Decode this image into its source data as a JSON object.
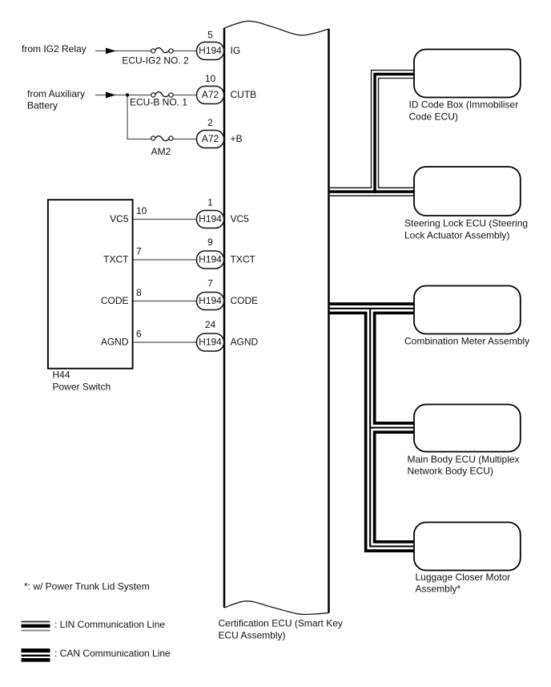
{
  "diagram": {
    "type": "wiring-diagram",
    "colors": {
      "line": "#000000",
      "wire": "#555555",
      "text": "#111111",
      "background": "#ffffff"
    }
  },
  "power_inputs": [
    {
      "source": "from IG2 Relay",
      "fuse": "ECU-IG2 NO. 2",
      "pin": "5",
      "connector": "H194",
      "signal": "IG"
    },
    {
      "source_line1": "from Auxiliary",
      "source_line2": "Battery",
      "fuse": "ECU-B NO. 1",
      "pin": "10",
      "connector": "A72",
      "signal": "CUTB"
    },
    {
      "fuse": "AM2",
      "pin": "2",
      "connector": "A72",
      "signal": "+B"
    }
  ],
  "power_switch": {
    "code": "H44",
    "name": "Power Switch",
    "rows": [
      {
        "signal": "VC5",
        "switch_pin": "10",
        "ecu_pin": "1",
        "connector": "H194"
      },
      {
        "signal": "TXCT",
        "switch_pin": "7",
        "ecu_pin": "9",
        "connector": "H194"
      },
      {
        "signal": "CODE",
        "switch_pin": "8",
        "ecu_pin": "7",
        "connector": "H194"
      },
      {
        "signal": "AGND",
        "switch_pin": "6",
        "ecu_pin": "24",
        "connector": "H194"
      }
    ]
  },
  "ecu": {
    "label_line1": "Certification ECU (Smart Key",
    "label_line2": "ECU Assembly)"
  },
  "modules": [
    {
      "line1": "ID Code Box (Immobiliser",
      "line2": "Code ECU)",
      "bus": "LIN"
    },
    {
      "line1": "Steering Lock ECU (Steering",
      "line2": "Lock Actuator Assembly)",
      "bus": "LIN"
    },
    {
      "line1": "Combination Meter Assembly",
      "line2": "",
      "bus": "CAN"
    },
    {
      "line1": "Main Body ECU (Multiplex",
      "line2": "Network Body ECU)",
      "bus": "CAN"
    },
    {
      "line1": "Luggage Closer Motor",
      "line2": "Assembly*",
      "bus": "CAN"
    }
  ],
  "footnote": "*: w/ Power Trunk Lid System",
  "legend": {
    "lin_label": ": LIN Communication Line",
    "can_label": ": CAN Communication Line"
  }
}
